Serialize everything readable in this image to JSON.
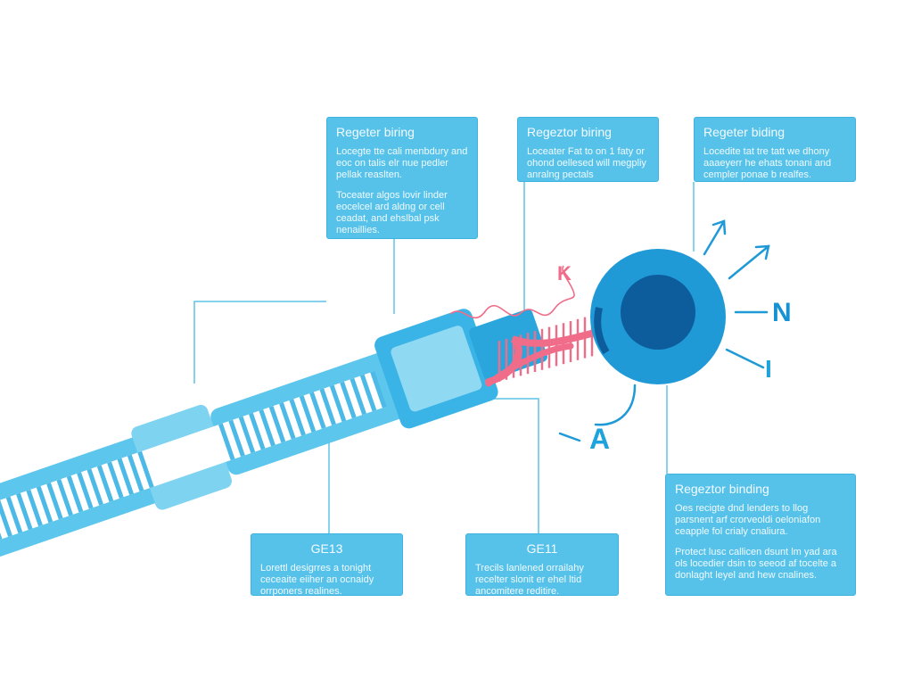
{
  "callouts": [
    {
      "title": "Regeter biring",
      "paragraphs": [
        "Locegte tte cali menbdury and eoc on talis elr nue pedler pellak reaslten.",
        "Toceater algos lovir linder eocelcel ard aldng or cell ceadat, and ehslbal psk nenaillies."
      ]
    },
    {
      "title": "Regeztor biring",
      "paragraphs": [
        "Loceater Fat to on 1 faty or ohond oellesed will megpliy anralng pectals"
      ]
    },
    {
      "title": "Regeter biding",
      "paragraphs": [
        "Locedite tat tre tatt we dhony aaaeyerr he ehats tonani and cempler ponae b realfes."
      ]
    },
    {
      "title": "GE13",
      "paragraphs": [
        "Lorettl desigrres a tonight ceceaite eiiher an ocnaidy orrponers realines."
      ]
    },
    {
      "title": "GE11",
      "paragraphs": [
        "Trecils lanlened orrailahy recelter slonit er ehel ltid ancomitere reditire."
      ]
    },
    {
      "title": "Regeztor binding",
      "paragraphs": [
        "Oes recigte dnd lenders to llog parsnent arf crorveoldi oeloniafon ceapple fol crialy cnaliura.",
        "Protect lusc callicen dsunt lm yad ara ols locedier dsin to seeod af tocelte a donlaght leyel and hew cnalines."
      ]
    }
  ],
  "labels": {
    "n": "N",
    "i": "I",
    "a": "A",
    "k": "K"
  },
  "colors": {
    "callout_bg": "#56c2ea",
    "tube_light": "#5cc6ec",
    "tube_dark": "#2aa6dc",
    "cell_outer": "#1f9ad6",
    "cell_nucleus": "#0d5d9c",
    "strand_pink": "#f06d8a"
  }
}
